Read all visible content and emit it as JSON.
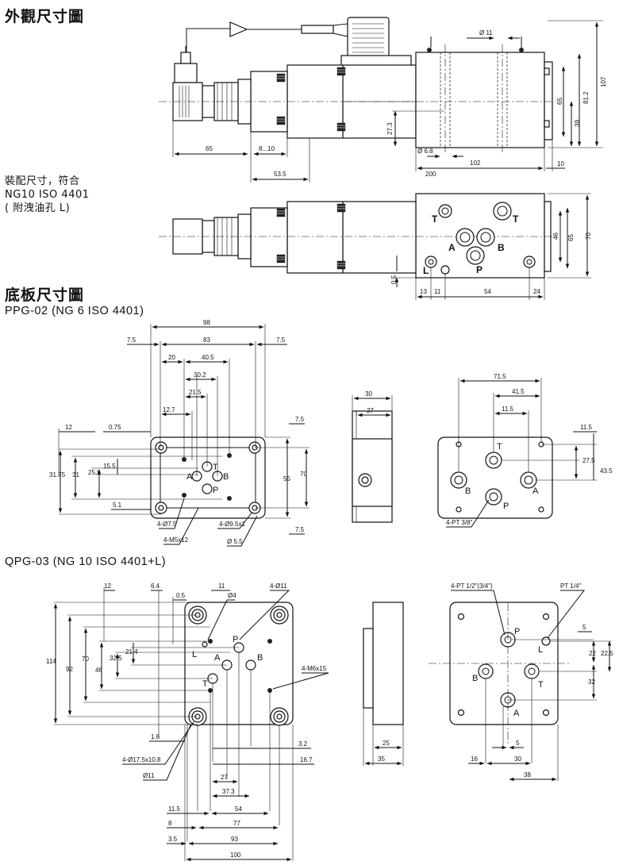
{
  "titles": {
    "outline": "外觀尺寸圖",
    "base": "底板尺寸圖"
  },
  "mounting_note": [
    "裝配尺寸，符合",
    "NG10 ISO 4401",
    "( 附洩油孔 L)"
  ],
  "subplate_1": {
    "title": "PPG-02 (NG 6 ISO 4401)"
  },
  "subplate_2": {
    "title": "QPG-03 (NG 10 ISO 4401+L)"
  },
  "ports": {
    "P": "P",
    "T": "T",
    "A": "A",
    "B": "B",
    "L": "L"
  },
  "outline_dims": {
    "d11": "Ø 11",
    "d107": "107",
    "d81_2": "81.2",
    "d65v": "65",
    "d39": "39",
    "d27_3": "27.3",
    "d6_8": "Ø 6.8",
    "d65": "65",
    "d8_10": "8...10",
    "d53_5": "53.5",
    "d200": "200",
    "d102": "102",
    "d10": "10",
    "d70": "70",
    "d46": "46",
    "d65b": "65",
    "d0_5": "0.5",
    "d13": "13",
    "d11b": "11",
    "d54": "54",
    "d24": "24"
  },
  "ppg_dims": {
    "d98": "98",
    "d83": "83",
    "d7_5a": "7.5",
    "d7_5b": "7.5",
    "d20": "20",
    "d40_5": "40.5",
    "d30_2": "30.2",
    "d21_5": "21.5",
    "d12_7": "12.7",
    "d12": "12",
    "d0_75": "0.75",
    "d15_5": "15.5",
    "d31_75": "31.75",
    "d31": "31",
    "d25_9": "25.9",
    "d5_1": "5.1",
    "d7_5c": "7.5",
    "d55": "55",
    "d70": "70",
    "d7_5d": "7.5",
    "c7_5": "4-Ø7.5",
    "c9_5": "4-Ø9.5x1",
    "cm5": "4-M5x12",
    "c5_5": "Ø 5.5",
    "d30": "30",
    "d27": "27",
    "d71_5": "71.5",
    "d41_5": "41.5",
    "d11_5": "11.5",
    "d11_5b": "11.5",
    "d27_5": "27.5",
    "d43_5": "43.5",
    "cpt": "4-PT 3/8\""
  },
  "qpg_dims": {
    "d12": "12",
    "d6_4": "6.4",
    "d0_5": "0.5",
    "d11": "11",
    "c4": "Ø4",
    "c11a": "4-Ø11",
    "d114": "114",
    "d92": "92",
    "d70": "70",
    "d46": "46",
    "d32_5": "32.5",
    "d21_4": "21.4",
    "cm6": "4-M6x15",
    "d1_6": "1.6",
    "c17_5": "4-Ø17.5x10.8",
    "c11": "Ø11",
    "d3_2": "3.2",
    "d16_7": "16.7",
    "d27": "27",
    "d37_3": "37.3",
    "d11_5": "11.5",
    "d54": "54",
    "d8": "8",
    "d77": "77",
    "d3_5": "3.5",
    "d93": "93",
    "d100": "100",
    "d25": "25",
    "d35": "35",
    "cpt12": "4-PT 1/2\"(3/4\")",
    "cpt14": "PT 1/4\"",
    "d5": "5",
    "d22": "22",
    "d22_5": "22.5",
    "d32": "32",
    "d16": "16",
    "d5b": "5",
    "d30": "30",
    "d38": "38"
  }
}
